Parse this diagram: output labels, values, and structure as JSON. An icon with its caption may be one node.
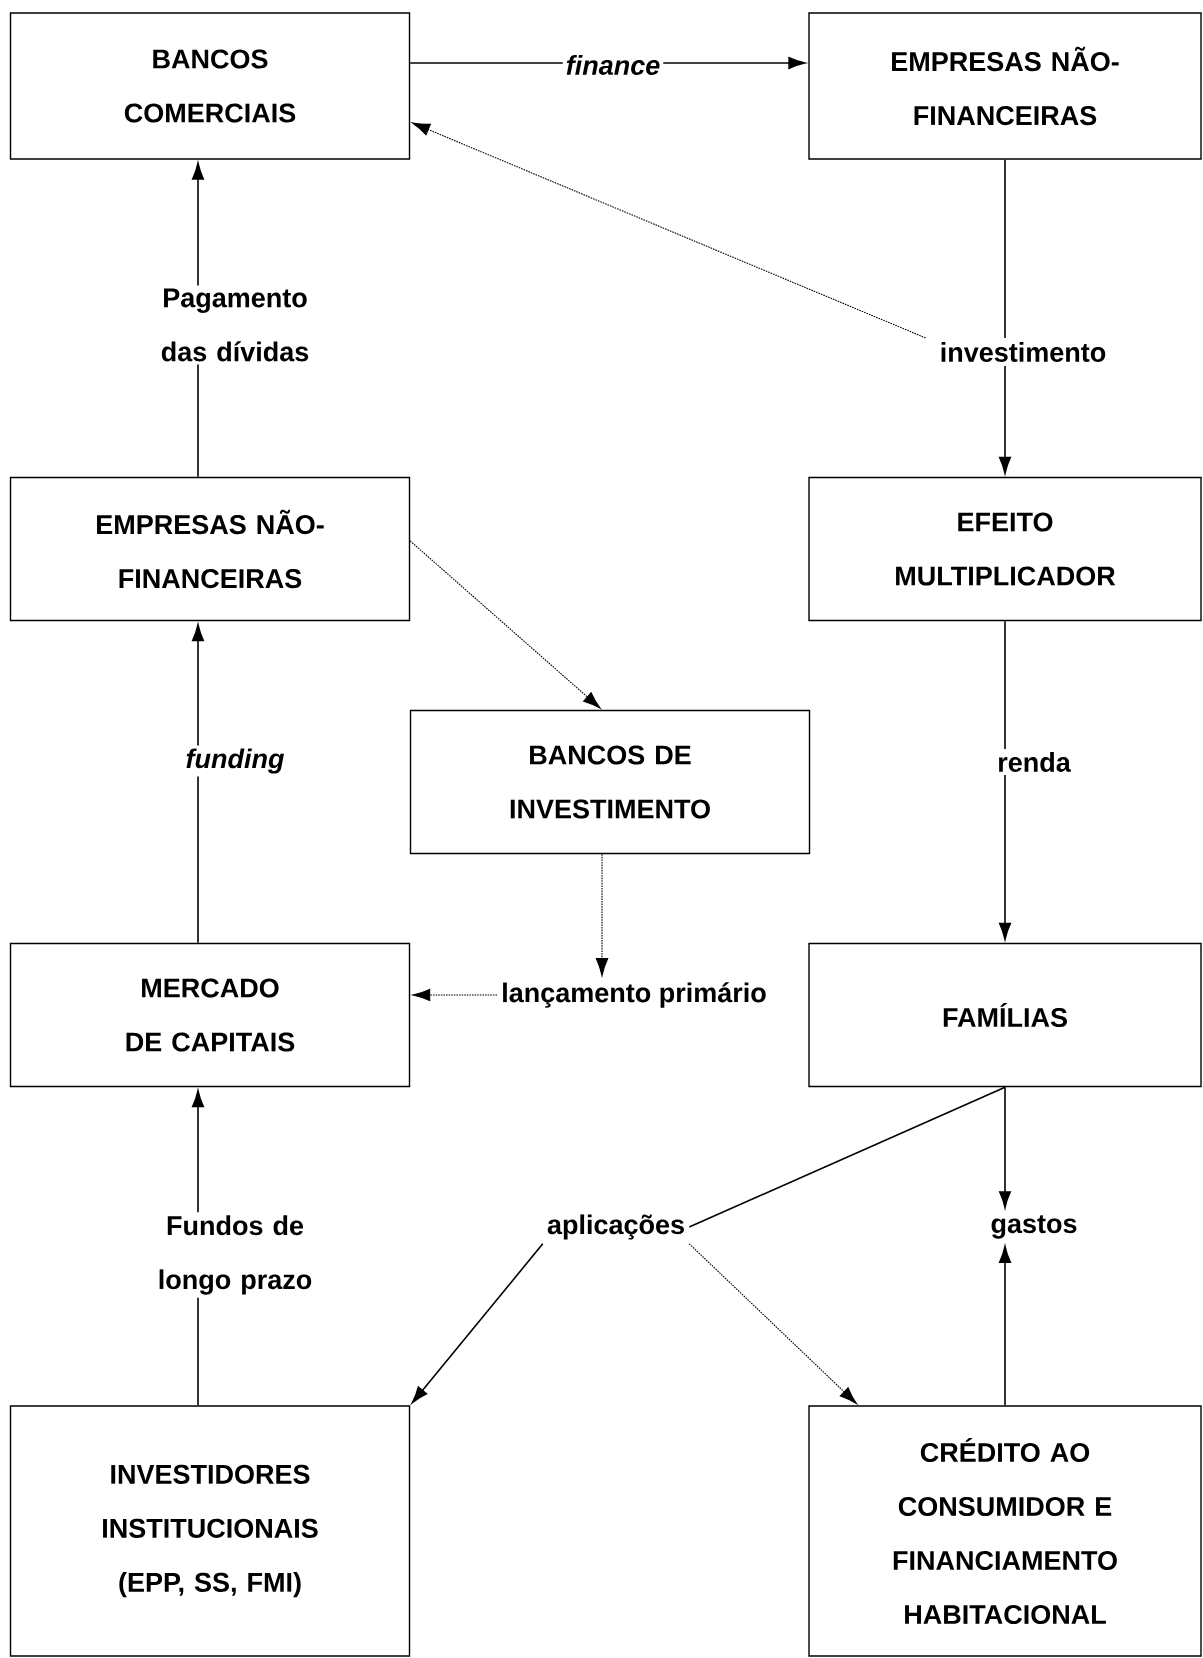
{
  "diagram": {
    "nodes": [
      {
        "text": [
          "BANCOS COMERCIAIS"
        ]
      },
      {
        "text": [
          "EMPRESAS NÃO-FINANCEIRAS"
        ]
      },
      {
        "text": [
          "EMPRESAS NÃO-FINANCEIRAS"
        ]
      },
      {
        "text": [
          "EFEITO MULTIPLICADOR"
        ]
      },
      {
        "text": [
          "BANCOS DE INVESTIMENTO"
        ]
      },
      {
        "text": [
          "MERCADO DE CAPITAIS"
        ]
      },
      {
        "text": [
          "FAMÍLIAS"
        ]
      },
      {
        "text": [
          "INVESTIDORES INSTITUCIONAIS (EPP, SS, FMI)"
        ]
      },
      {
        "text": [
          "CRÉDITO AO CONSUMIDOR E FINANCIAMENTO HABITACIONAL"
        ]
      },
      {
        "text": [
          "investimento"
        ]
      },
      {
        "text": [
          "lançamento primário"
        ]
      },
      {
        "text": [
          "aplicações"
        ]
      },
      {
        "text": [
          "gastos"
        ]
      }
    ],
    "edges": [
      {
        "from": 0,
        "to": 1,
        "arrow": "to",
        "label": "finance"
      },
      {
        "from": 1,
        "to": 9,
        "arrow": "none"
      },
      {
        "from": 9,
        "to": 3,
        "arrow": "to"
      },
      {
        "from": 9,
        "to": 0,
        "arrow": "to",
        "style": "dashed"
      },
      {
        "from": 2,
        "to": 0,
        "arrow": "to",
        "label": "Pagamento das dívidas"
      },
      {
        "from": 2,
        "to": 4,
        "arrow": "to",
        "style": "dashed"
      },
      {
        "from": 3,
        "to": 6,
        "arrow": "to",
        "label": "renda"
      },
      {
        "from": 4,
        "to": 10,
        "arrow": "to",
        "style": "dashed"
      },
      {
        "from": 10,
        "to": 5,
        "arrow": "to",
        "style": "dashed"
      },
      {
        "from": 5,
        "to": 2,
        "arrow": "to",
        "label": "funding"
      },
      {
        "from": 6,
        "to": 11,
        "arrow": "none"
      },
      {
        "from": 11,
        "to": 7,
        "arrow": "to"
      },
      {
        "from": 11,
        "to": 8,
        "arrow": "to",
        "style": "dashed"
      },
      {
        "from": 6,
        "to": 12,
        "arrow": "to"
      },
      {
        "from": 8,
        "to": 12,
        "arrow": "to"
      },
      {
        "from": 7,
        "to": 5,
        "arrow": "to",
        "label": "Fundos de longo prazo"
      }
    ]
  }
}
